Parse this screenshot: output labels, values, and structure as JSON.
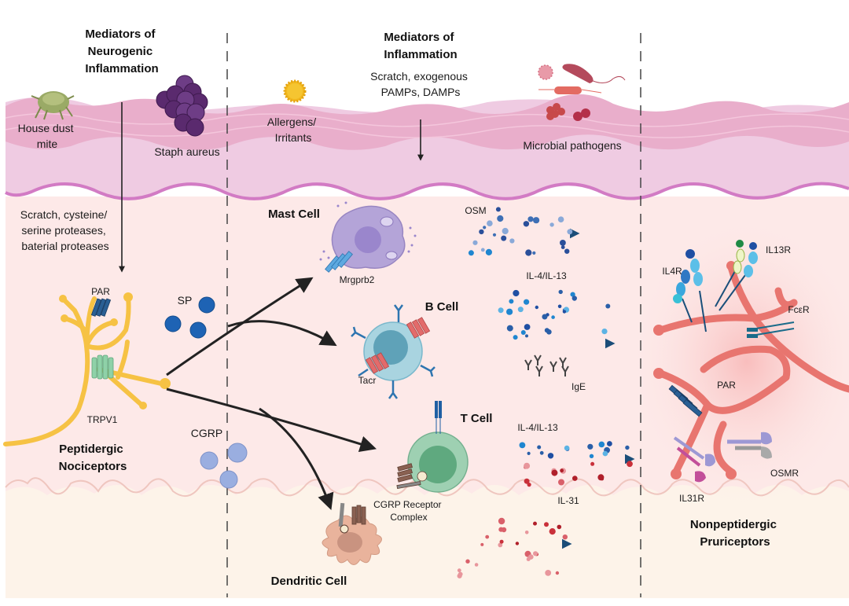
{
  "figure": {
    "colors": {
      "stratum_corneum": "#e9aecb",
      "epidermis_upper": "#efcbe2",
      "basement_line": "#d27bc4",
      "epidermis": "#fde9e8",
      "dermis": "#fdf3e9",
      "divider": "#333333",
      "neuron_peptidergic": "#f6c244",
      "neuron_nonpeptidergic": "#e8756f",
      "sp_particles": "#1e63b4",
      "cgrp_particles": "#9aaee0",
      "mast_cell": "#b4a4d8",
      "b_cell": "#8ec7d8",
      "t_cell": "#7fbf99",
      "dendritic_cell": "#e9b39c",
      "flow_arrow": "#1b4d78",
      "cytokine_blue": "#1f86d0",
      "cytokine_red": "#c9303a"
    },
    "panels": {
      "left": {
        "title": [
          "Mediators of",
          "Neurogenic",
          "Inflammation"
        ],
        "stimuli": [
          {
            "id": "house-dust-mite",
            "label": [
              "House dust",
              "mite"
            ]
          },
          {
            "id": "staph-aureus",
            "label": [
              "Staph aureus"
            ]
          }
        ],
        "protease_label": [
          "Scratch, cysteine/",
          "serine proteases,",
          "baterial proteases"
        ],
        "receptors": {
          "par": "PAR",
          "trpv1": "TRPV1"
        },
        "neuropeptides": {
          "sp": "SP",
          "cgrp": "CGRP"
        },
        "neuron_label": [
          "Peptidergic",
          "Nociceptors"
        ]
      },
      "middle": {
        "title": [
          "Mediators of",
          "Inflammation"
        ],
        "subtitle": [
          "Scratch, exogenous",
          "PAMPs, DAMPs"
        ],
        "stimuli": [
          {
            "id": "allergens",
            "label": [
              "Allergens/",
              "Irritants"
            ]
          },
          {
            "id": "microbial-pathogens",
            "label": [
              "Microbial pathogens"
            ]
          }
        ],
        "cells": {
          "mast": {
            "name": "Mast Cell",
            "receptor": "Mrgprb2",
            "cytokine": "OSM"
          },
          "b": {
            "name": "B Cell",
            "receptor": "Tacr",
            "cytokine": "IL-4/IL-13",
            "antibody": "IgE"
          },
          "t": {
            "name": "T Cell",
            "cytokine": "IL-4/IL-13",
            "receptor": [
              "CGRP Receptor",
              "Complex"
            ]
          },
          "dendritic": {
            "name": "Dendritic Cell",
            "cytokine": "IL-31"
          }
        }
      },
      "right": {
        "receptors": {
          "il4r": "IL4R",
          "il13r": "IL13R",
          "fcer": "FcεR",
          "par": "PAR",
          "il31r": "IL31R",
          "osmr": "OSMR"
        },
        "neuron_label": [
          "Nonpeptidergic",
          "Pruriceptors"
        ]
      }
    }
  }
}
